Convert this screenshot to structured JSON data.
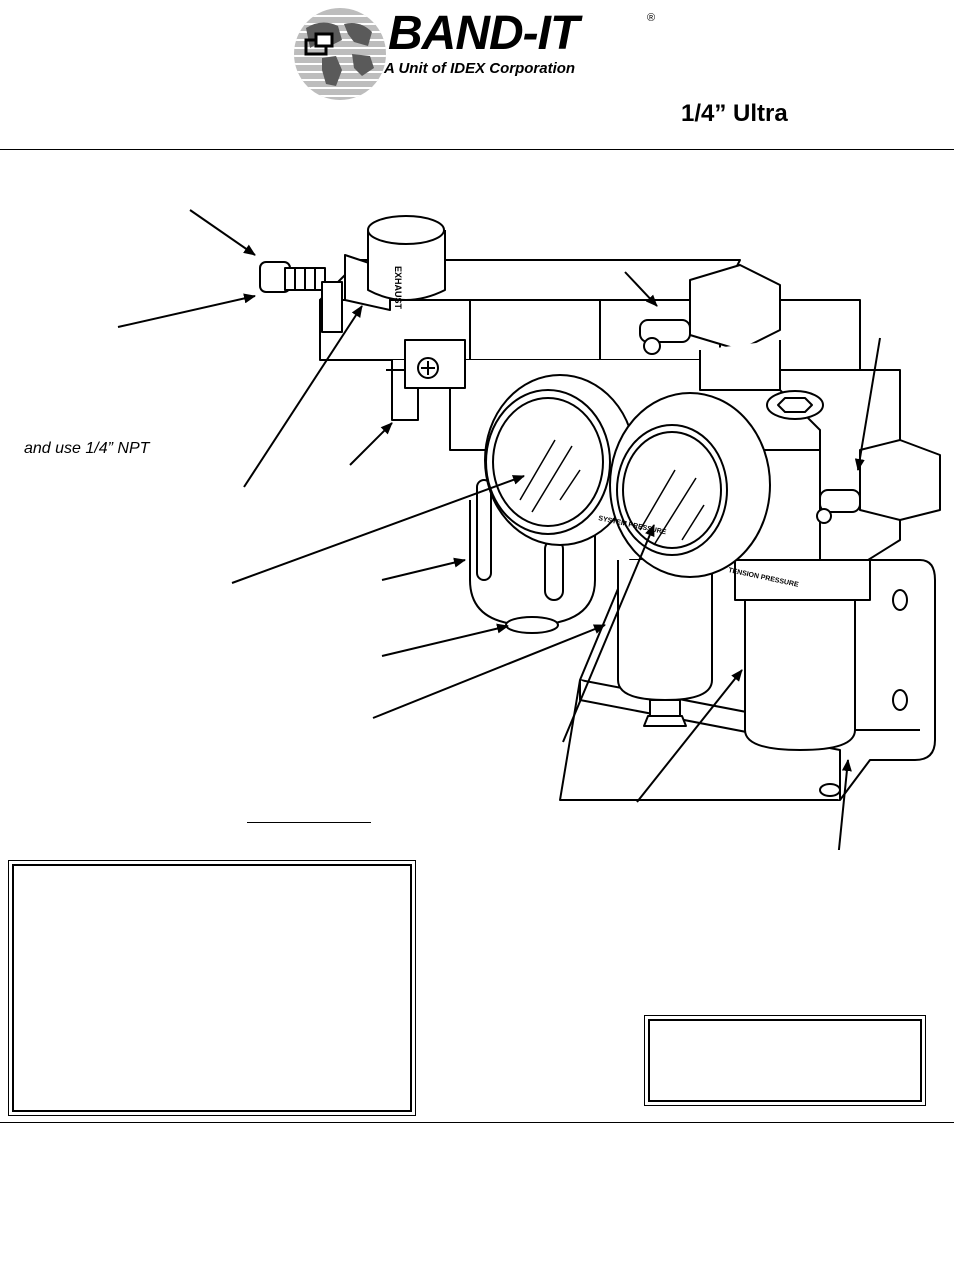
{
  "header": {
    "brand_name": "BAND-IT",
    "brand_registered": "®",
    "brand_unit": "A Unit of IDEX Corporation",
    "product_title": "1/4” Ultra"
  },
  "figure": {
    "gauge_labels": {
      "system_pressure": "SYSTEM PRESSURE",
      "tension_pressure": "TENSION PRESSURE"
    },
    "exhaust_label": "EXHAUST",
    "callouts": {
      "npt_note": "and use 1/4” NPT"
    }
  },
  "colors": {
    "ink": "#000000",
    "paper": "#ffffff",
    "shade": "#d9d9d9"
  }
}
